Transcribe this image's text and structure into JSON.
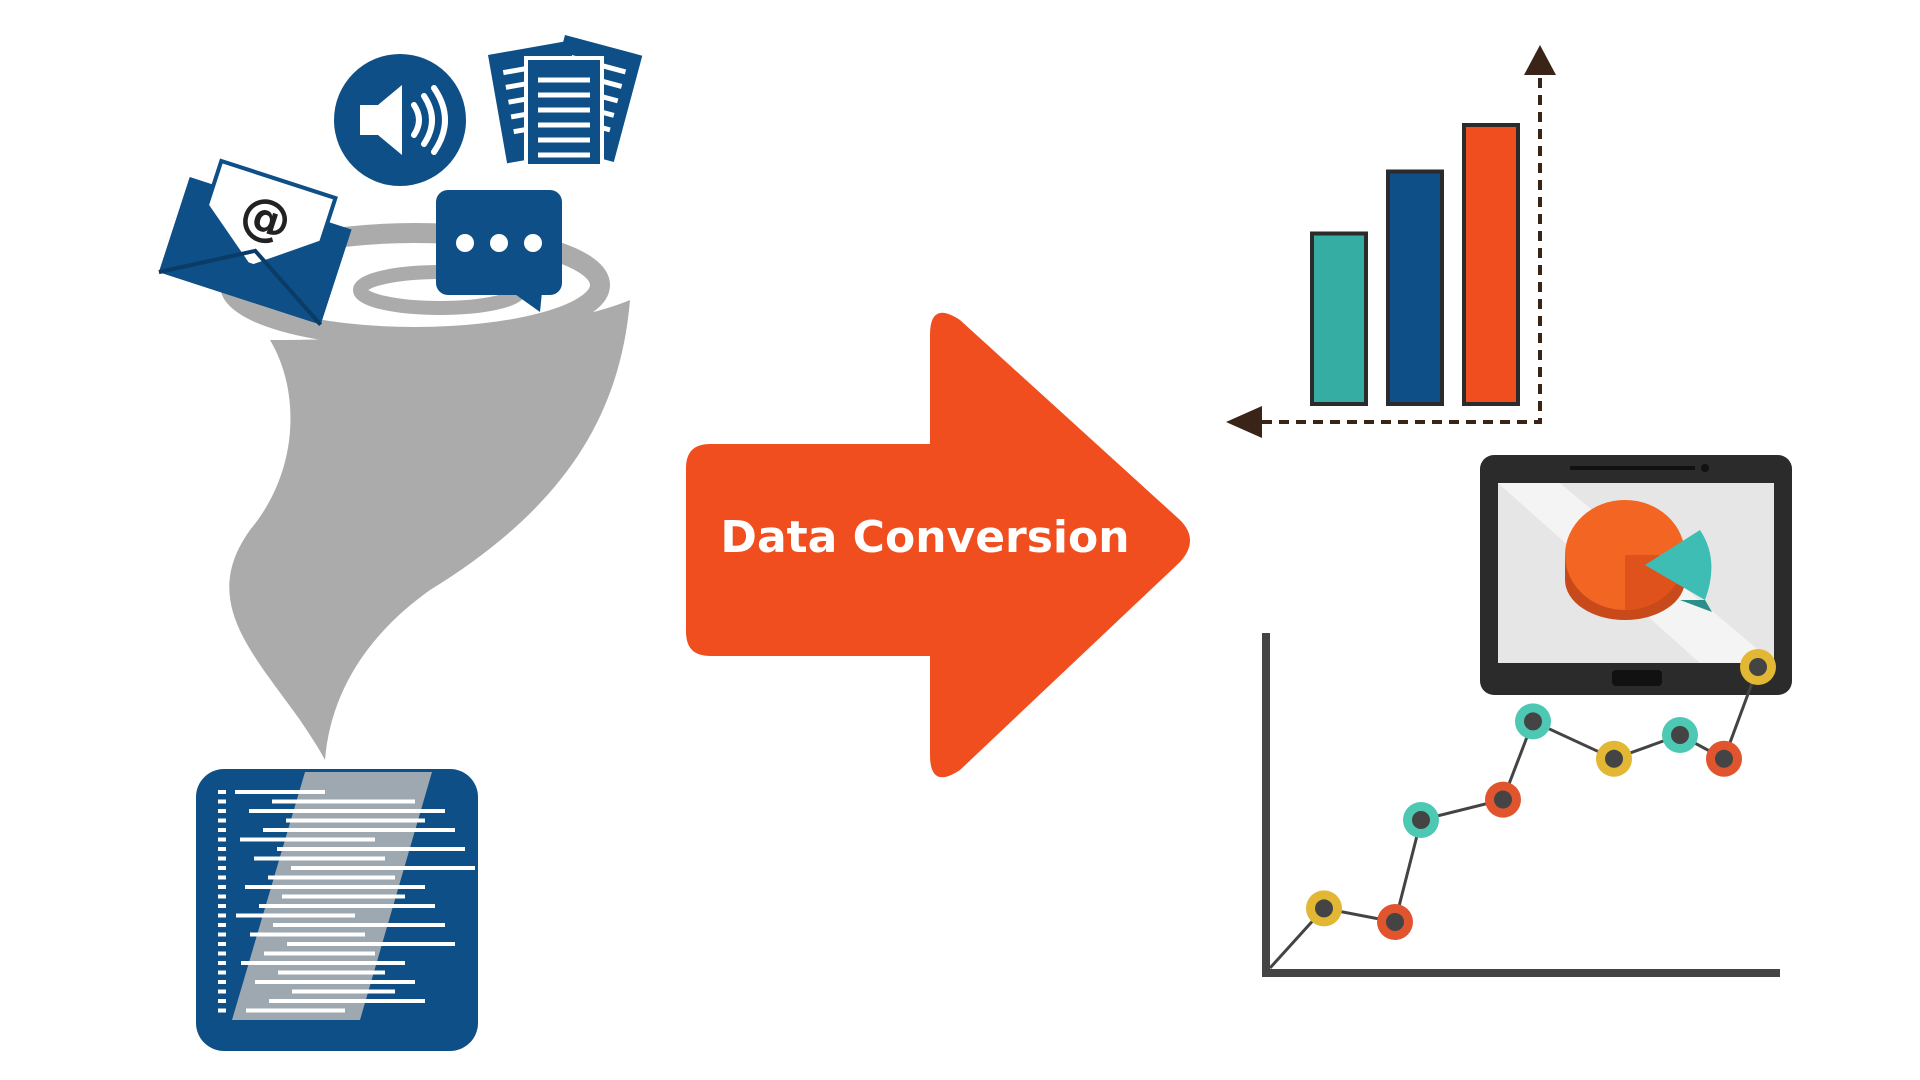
{
  "central_arrow": {
    "label": "Data Conversion",
    "color": "#F04E1E"
  },
  "colors": {
    "navy": "#0D4F86",
    "funnel_gray": "#ABABAB",
    "teal": "#36ADA3",
    "orange": "#F04E1E",
    "yellow": "#E2B733",
    "red_orange": "#E0552E",
    "dark": "#2B2B2B",
    "axis": "#444444"
  },
  "sources": {
    "icons": [
      "email-at-icon",
      "speaker-icon",
      "documents-icon",
      "chat-bubble-icon"
    ],
    "email_symbol": "@"
  },
  "output_bar_chart": {
    "values": [
      0.55,
      0.75,
      0.9
    ],
    "colors": [
      "#36ADA3",
      "#0D4F86",
      "#F04E1E"
    ]
  },
  "output_line_chart": {
    "points": [
      {
        "y": 0.19,
        "color": "#E2B733"
      },
      {
        "y": 0.15,
        "color": "#E0552E"
      },
      {
        "y": 0.45,
        "color": "#4DC8B3"
      },
      {
        "y": 0.51,
        "color": "#E0552E"
      },
      {
        "y": 0.74,
        "color": "#4DC8B3"
      },
      {
        "y": 0.63,
        "color": "#E2B733"
      },
      {
        "y": 0.7,
        "color": "#4DC8B3"
      },
      {
        "y": 0.63,
        "color": "#E0552E"
      },
      {
        "y": 0.9,
        "color": "#E2B733"
      }
    ]
  }
}
